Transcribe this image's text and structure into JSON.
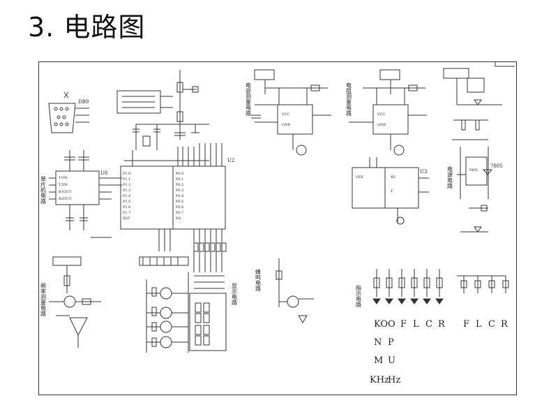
{
  "title": "3. 电路图",
  "blocks": {
    "power": "电源电路",
    "capacitance": "电容测量电路",
    "resistance": "电阻测量电路",
    "single_chip": "单片机电路",
    "frequency": "频率测量电路",
    "display": "显示电路",
    "buzzer": "蜂鸣电路",
    "indicator": "指示电路"
  },
  "modes_top": [
    "R",
    "C",
    "L",
    "F"
  ],
  "modes_right": [
    "R",
    "C",
    "L",
    "F"
  ],
  "units": [
    "KO",
    "N",
    "M",
    "KHz"
  ],
  "units_row": [
    "O",
    "P",
    "U",
    "Hz"
  ],
  "chips": {
    "mcu": "U2",
    "mux": "U3",
    "regulator": "7805",
    "db9": "DB9",
    "max232": "U6"
  }
}
